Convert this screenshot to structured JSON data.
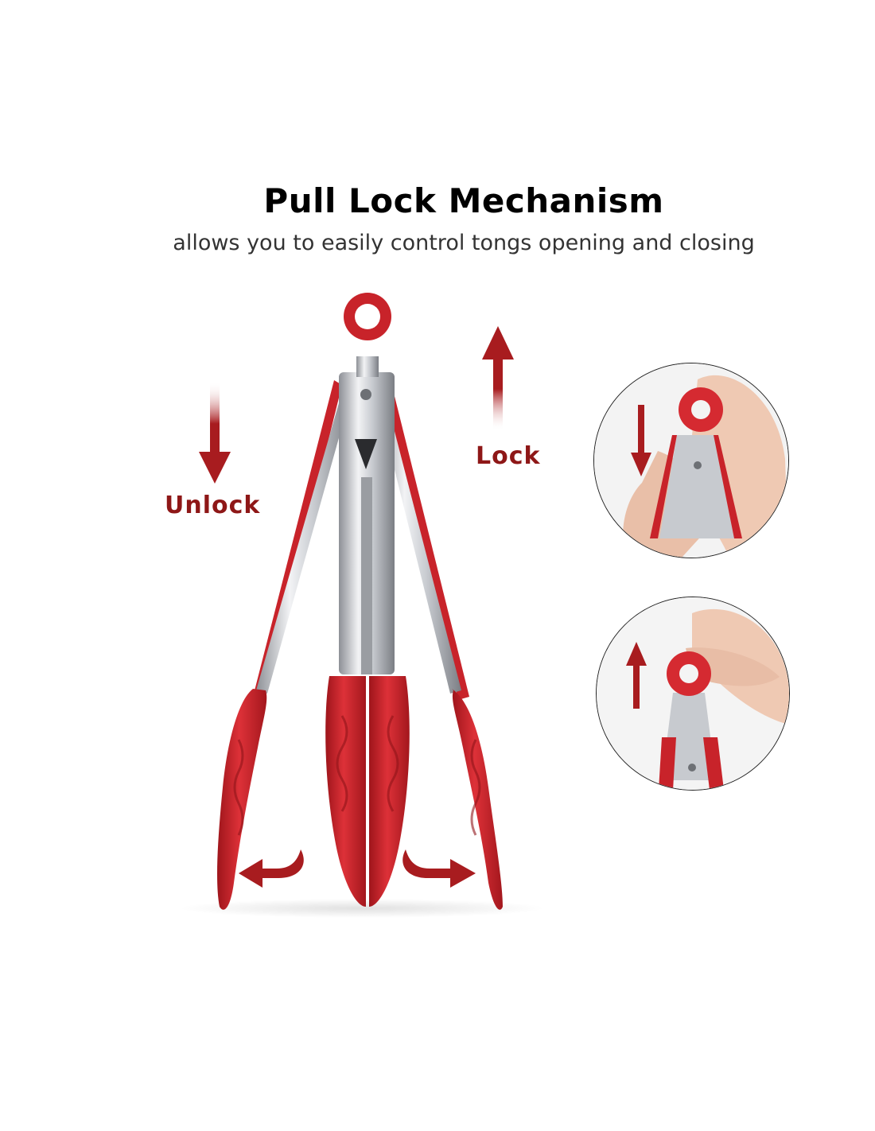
{
  "heading": {
    "title": "Pull Lock Mechanism",
    "subtitle": "allows you to easily control tongs opening and closing"
  },
  "labels": {
    "unlock": "Unlock",
    "lock": "Lock"
  },
  "colors": {
    "silicone_red": "#c8232a",
    "arrow_red": "#a81c1f",
    "label_red": "#8e1717",
    "steel": "#c9ccd0"
  },
  "icons": {
    "unlock_arrow": "arrow-down-icon",
    "lock_arrow": "arrow-up-icon",
    "spread_left": "curved-arrow-left-icon",
    "spread_right": "curved-arrow-right-icon"
  }
}
